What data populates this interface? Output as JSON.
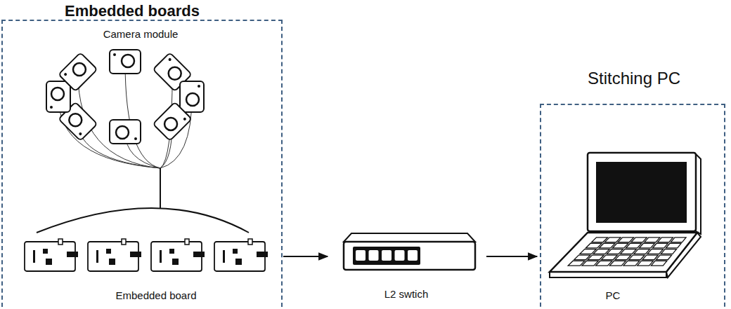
{
  "diagram": {
    "nodes": [
      {
        "text": [
          "Embedded boards",
          "Camera module",
          "Embedded board"
        ]
      },
      {
        "text": [
          "L2 swtich"
        ]
      },
      {
        "text": [
          "Stitching PC",
          "PC"
        ]
      }
    ],
    "edges": [
      {
        "from": 0,
        "to": 1,
        "arrow": "to"
      },
      {
        "from": 1,
        "to": 2,
        "arrow": "to"
      }
    ]
  }
}
